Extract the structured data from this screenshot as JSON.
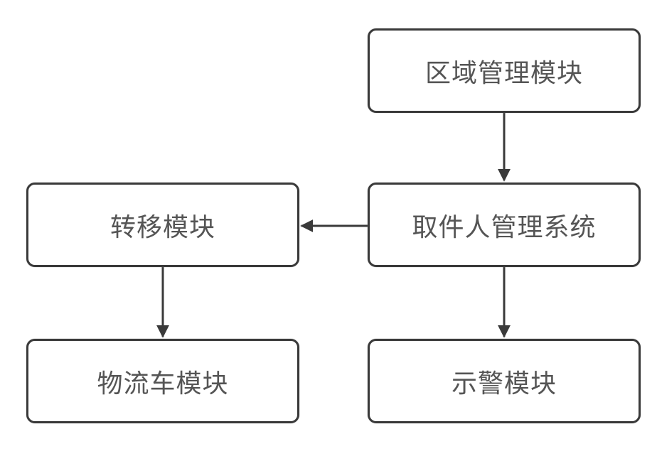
{
  "diagram": {
    "nodes": {
      "area_management": "区域管理模块",
      "pickup_management": "取件人管理系统",
      "transfer": "转移模块",
      "logistics_vehicle": "物流车模块",
      "alarm": "示警模块"
    },
    "edges": [
      {
        "from": "area_management",
        "to": "pickup_management"
      },
      {
        "from": "pickup_management",
        "to": "transfer"
      },
      {
        "from": "pickup_management",
        "to": "alarm"
      },
      {
        "from": "transfer",
        "to": "logistics_vehicle"
      }
    ],
    "colors": {
      "border": "#3a3a3a",
      "text": "#555555",
      "arrow": "#3a3a3a"
    }
  }
}
